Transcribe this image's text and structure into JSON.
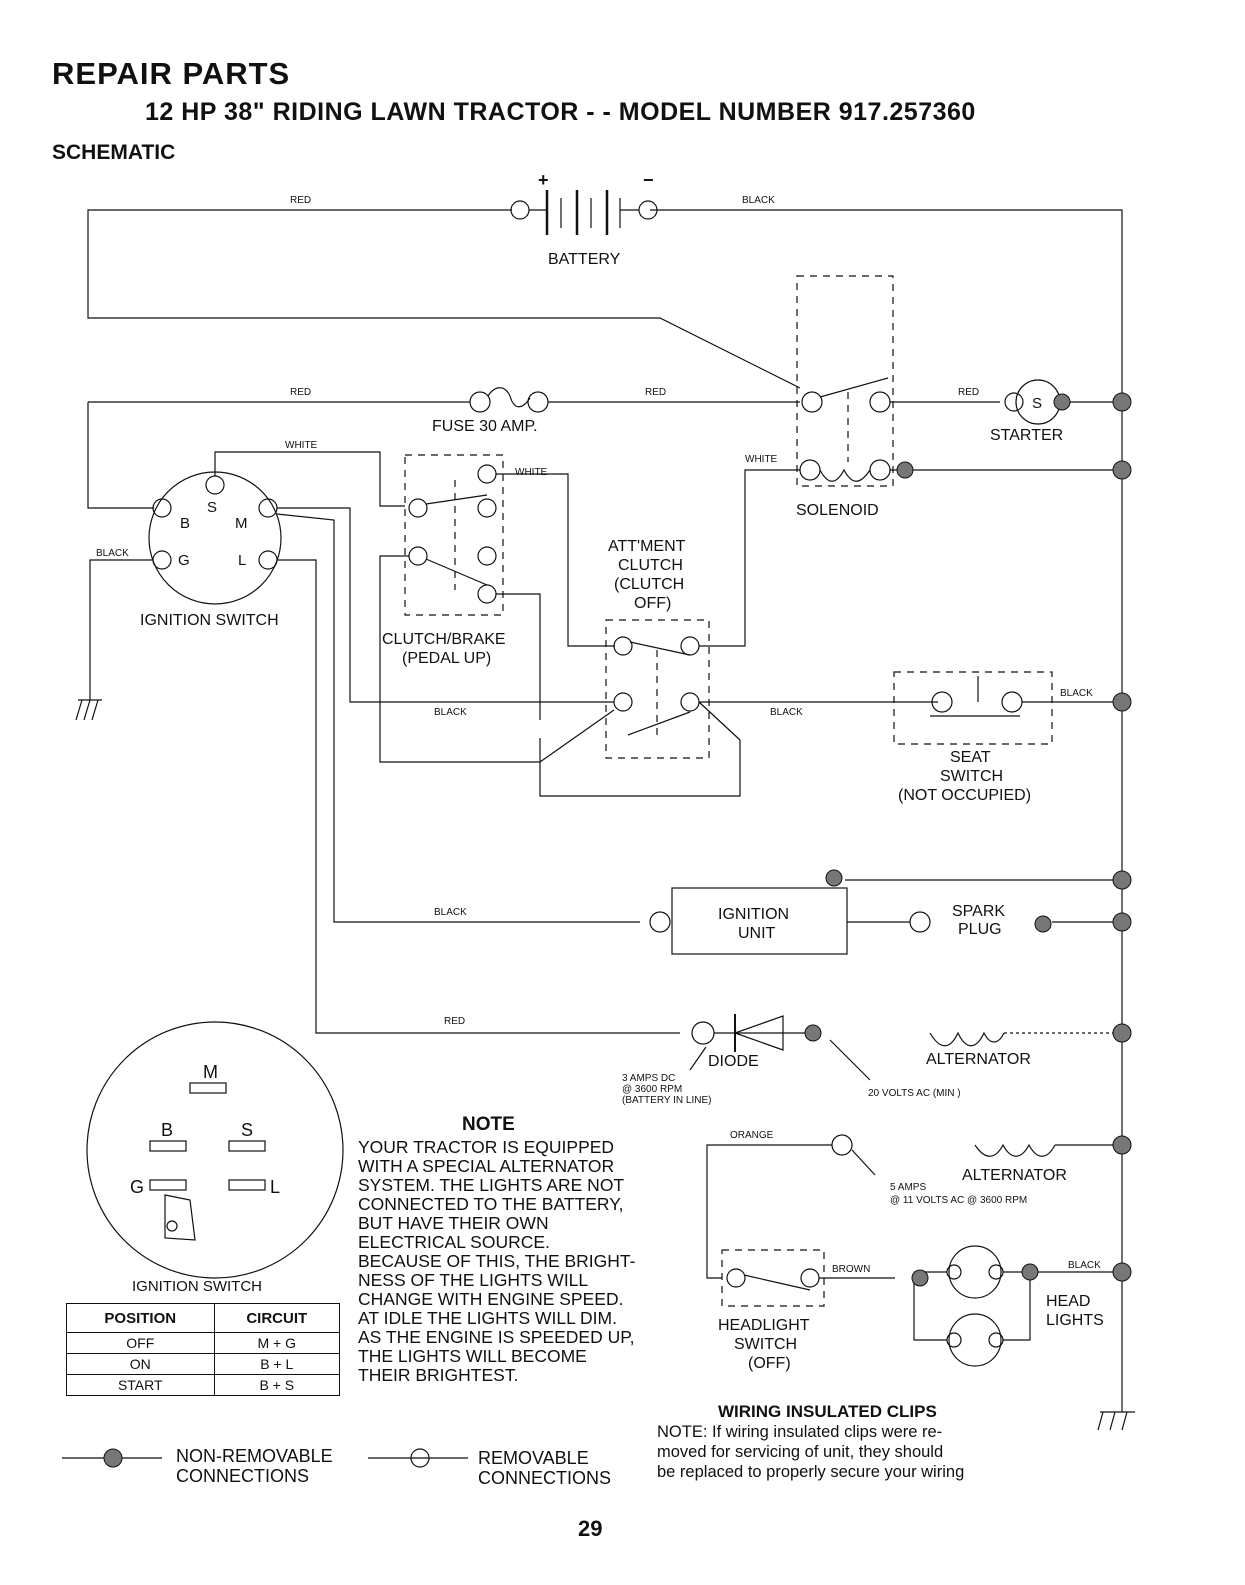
{
  "header": {
    "title": "REPAIR PARTS",
    "subtitle": "12 HP 38\" RIDING LAWN TRACTOR - - MODEL NUMBER 917.257360",
    "section": "SCHEMATIC"
  },
  "components": {
    "battery": "BATTERY",
    "battery_plus": "+",
    "battery_minus": "−",
    "fuse": "FUSE 30 AMP.",
    "solenoid": "SOLENOID",
    "starter": "STARTER",
    "starter_terminal": "S",
    "ignition_switch": "IGNITION SWITCH",
    "ignition_terminals": {
      "s": "S",
      "b": "B",
      "m": "M",
      "g": "G",
      "l": "L"
    },
    "clutch_brake_1": "CLUTCH/BRAKE",
    "clutch_brake_2": "(PEDAL UP)",
    "attment_1": "ATT'MENT",
    "attment_2": "CLUTCH",
    "attment_3": "(CLUTCH",
    "attment_4": "OFF)",
    "seat_1": "SEAT",
    "seat_2": "SWITCH",
    "seat_3": "(NOT OCCUPIED)",
    "ignition_unit_1": "IGNITION",
    "ignition_unit_2": "UNIT",
    "spark_1": "SPARK",
    "spark_2": "PLUG",
    "diode": "DIODE",
    "alternator_top": "ALTERNATOR",
    "alternator_bottom": "ALTERNATOR",
    "headlight_1": "HEADLIGHT",
    "headlight_2": "SWITCH",
    "headlight_3": "(OFF)",
    "head_lights_1": "HEAD",
    "head_lights_2": "LIGHTS"
  },
  "wires": {
    "red": "RED",
    "black": "BLACK",
    "white": "WHITE",
    "orange": "ORANGE",
    "brown": "BROWN"
  },
  "specs": {
    "amps_1": "3 AMPS DC",
    "amps_2": "@ 3600 RPM",
    "amps_3": "(BATTERY IN LINE)",
    "volts20": "20 VOLTS AC (MIN )",
    "amps5_1": "5 AMPS",
    "amps5_2": "@ 11 VOLTS AC @ 3600 RPM"
  },
  "switch_face": {
    "m": "M",
    "b": "B",
    "s": "S",
    "g": "G",
    "l": "L",
    "caption": "IGNITION SWITCH"
  },
  "position_table": {
    "headers": [
      "POSITION",
      "CIRCUIT"
    ],
    "rows": [
      [
        "OFF",
        "M + G"
      ],
      [
        "ON",
        "B + L"
      ],
      [
        "START",
        "B + S"
      ]
    ]
  },
  "note": {
    "title": "NOTE",
    "lines": [
      "YOUR TRACTOR IS EQUIPPED",
      "WITH A SPECIAL ALTERNATOR",
      "SYSTEM.  THE LIGHTS ARE NOT",
      "CONNECTED TO  THE BATTERY,",
      "BUT HAVE THEIR OWN",
      "ELECTRICAL SOURCE.",
      "BECAUSE OF THIS, THE BRIGHT-",
      "NESS OF THE LIGHTS WILL",
      "CHANGE WITH ENGINE SPEED.",
      "AT IDLE THE LIGHTS WILL DIM.",
      "AS THE ENGINE IS SPEEDED UP,",
      "THE LIGHTS WILL BECOME",
      "THEIR BRIGHTEST."
    ]
  },
  "clips": {
    "title": "WIRING INSULATED CLIPS",
    "lines": [
      "NOTE: If wiring insulated clips  were  re-",
      "moved  for servicing  of  unit,  they should",
      "be replaced to properly secure your wiring"
    ]
  },
  "legend": {
    "nonremovable_1": "NON-REMOVABLE",
    "nonremovable_2": "CONNECTIONS",
    "removable_1": "REMOVABLE",
    "removable_2": "CONNECTIONS"
  },
  "page_number": "29"
}
